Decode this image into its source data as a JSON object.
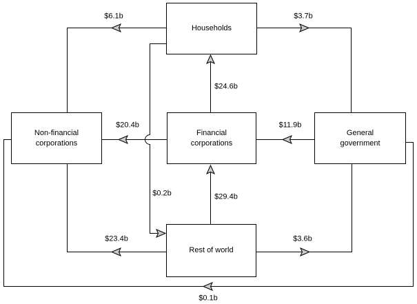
{
  "diagram": {
    "type": "flow-diagram",
    "colors": {
      "background": "#ffffff",
      "line": "#000000",
      "box_fill": "#ffffff",
      "box_border": "#000000",
      "arrowhead_fill": "#c9c9c9",
      "text": "#000000"
    },
    "nodes": {
      "households": "Households",
      "non_financial_corporations": "Non-financial\ncorporations",
      "financial_corporations": "Financial\ncorporations",
      "general_government": "General\ngovernment",
      "rest_of_world": "Rest of world"
    },
    "flows": {
      "households_to_non_financial": {
        "from": "Households",
        "to": "Non-financial corporations",
        "value": "$6.1b"
      },
      "households_to_general_government": {
        "from": "Households",
        "to": "General government",
        "value": "$3.7b"
      },
      "financial_to_households": {
        "from": "Financial corporations",
        "to": "Households",
        "value": "$24.6b"
      },
      "financial_to_non_financial": {
        "from": "Financial corporations",
        "to": "Non-financial corporations",
        "value": "$20.4b"
      },
      "general_government_to_financial": {
        "from": "General government",
        "to": "Financial corporations",
        "value": "$11.9b"
      },
      "households_to_rest_of_world": {
        "from": "Households",
        "to": "Rest of world",
        "value": "$0.2b"
      },
      "rest_of_world_to_financial": {
        "from": "Rest of world",
        "to": "Financial corporations",
        "value": "$29.4b"
      },
      "rest_of_world_to_non_financial": {
        "from": "Rest of world",
        "to": "Non-financial corporations",
        "value": "$23.4b"
      },
      "rest_of_world_to_general_government": {
        "from": "Rest of world",
        "to": "General government",
        "value": "$3.6b"
      },
      "general_government_to_non_financial": {
        "from": "General government",
        "to": "Non-financial corporations",
        "value": "$0.1b"
      }
    }
  }
}
